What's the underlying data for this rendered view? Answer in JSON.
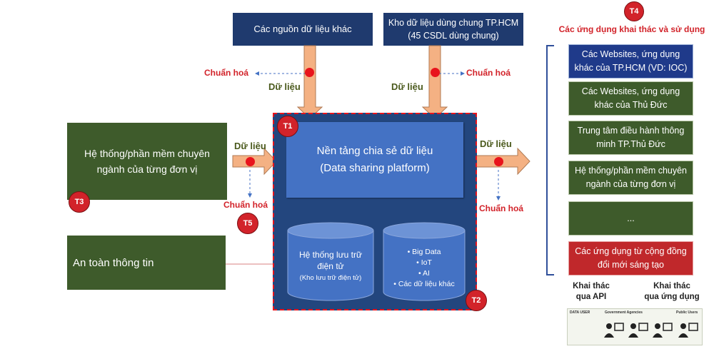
{
  "sources": {
    "other": "Các nguồn dữ liệu khác",
    "shared_store": "Kho dữ liệu dùng chung TP.HCM\n(45 CSDL dùng chung)"
  },
  "labels": {
    "standardize": "Chuẩn hoá",
    "data": "Dữ liệu"
  },
  "left": {
    "system": "Hệ thống/phần mềm chuyên\nngành của từng đơn vị",
    "infosec": "An toàn thông tin"
  },
  "platform": {
    "title": "Nền tảng chia sẻ dữ liệu\n(Data sharing platform)",
    "storage_title": "Hệ thống lưu trữ\nđiện tử",
    "storage_sub": "(Kho lưu trữ điện tử)",
    "bigdata_items": [
      "Big Data",
      "IoT",
      "AI",
      "Các dữ liệu khác"
    ]
  },
  "badges": {
    "t1": "T1",
    "t2": "T2",
    "t3": "T3",
    "t4": "T4",
    "t5": "T5"
  },
  "apps": {
    "heading": "Các ứng dụng khai thác và sử dụng",
    "items": [
      "Các Websites, ứng dụng\nkhác của TP.HCM (VD: IOC)",
      "Các Websites, ứng dụng\nkhác của Thủ Đức",
      "Trung tâm điều hành thông\nminh TP.Thủ Đức",
      "Hệ thống/phần mềm chuyên\nngành của từng đơn vị",
      "...",
      "Các ứng dụng từ cộng đồng\nđổi mới sáng tạo"
    ]
  },
  "access": {
    "api": "Khai thác\nqua API",
    "app": "Khai thác\nqua ứng dụng",
    "thumb_data_user": "DATA USER",
    "thumb_gov": "Government Agencies",
    "thumb_public": "Public Users"
  },
  "colors": {
    "navy": "#1f3a6e",
    "platform_bg": "#23467e",
    "platform_box": "#4472c4",
    "green": "#3e5b2b",
    "red": "#c0282b",
    "arrow": "#f4b183",
    "accent_red": "#d2232a"
  }
}
